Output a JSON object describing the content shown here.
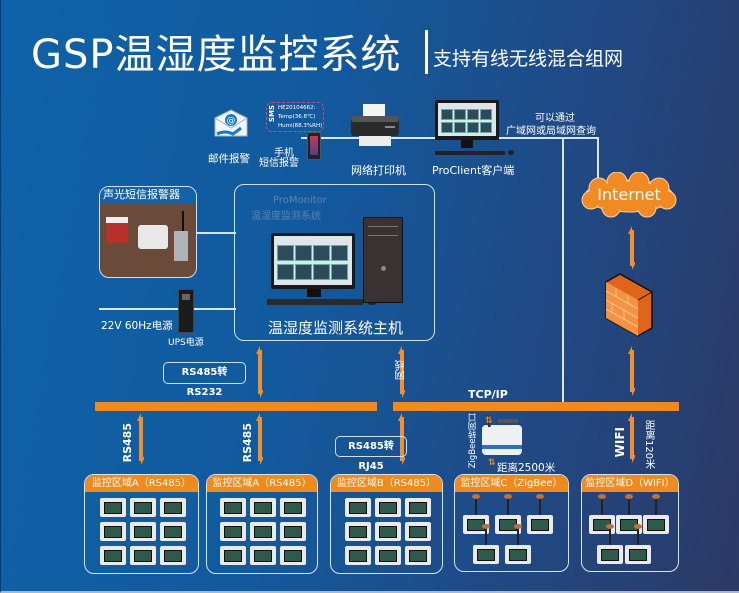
{
  "title": {
    "main": "GSP温湿度监控系统",
    "subtitle": "支持有线无线混合组网"
  },
  "alerts": {
    "email": {
      "icon": "email-icon",
      "label": "邮件报警"
    },
    "sms": {
      "icon": "mobile-phone-icon",
      "tag": "SMS",
      "lines": [
        "HE20104662:",
        "Temp(36.8℃)",
        "Humi(88.3%RH)"
      ],
      "label_top": "手机",
      "label": "短信报警"
    }
  },
  "printer": {
    "icon": "printer-icon",
    "label": "网络打印机"
  },
  "client": {
    "icon": "desktop-monitor-icon",
    "label": "ProClient客户端"
  },
  "remote_query": {
    "line1": "可以通过",
    "line2": "广域网或局域网查询"
  },
  "internet": {
    "label": "Internet"
  },
  "firewall": {
    "icon": "firewall-icon"
  },
  "alarm_device": {
    "label": "声光短信报警器",
    "icon": "sound-light-alarm-icon"
  },
  "power": {
    "mains_label": "22V 60Hz电源",
    "ups_label": "UPS电源",
    "ups_icon": "ups-icon"
  },
  "host": {
    "software_line1": "ProMonitor",
    "software_line2": "温湿度监测系统",
    "label": "温湿度监测系统主机"
  },
  "links": {
    "rs485_rs232": "RS485转RS232",
    "rs485_rj45": "RS485转RJ45",
    "network_cable": "网线",
    "tcpip": "TCP/IP",
    "rs485_a1": "RS485",
    "rs485_a2": "RS485",
    "zigbee_gateway": "ZigBee转网口",
    "zigbee_distance": "距离2500米",
    "wifi": "WIFI",
    "wifi_distance": "距离120米"
  },
  "zones": [
    {
      "label": "监控区域A（RS485）",
      "type": "grid",
      "sensors": 9
    },
    {
      "label": "监控区域A（RS485）",
      "type": "grid",
      "sensors": 9
    },
    {
      "label": "监控区域B（RS485）",
      "type": "grid",
      "sensors": 9
    },
    {
      "label": "监控区域C（ZigBee）",
      "type": "wireless",
      "sensors": 5
    },
    {
      "label": "监控区域D（WIFI）",
      "type": "wireless",
      "sensors": 5
    }
  ],
  "colors": {
    "accent_orange": "#ef8a1f",
    "background_start": "#0f62a8",
    "background_end": "#2b3966",
    "line": "#d9e6f4"
  }
}
